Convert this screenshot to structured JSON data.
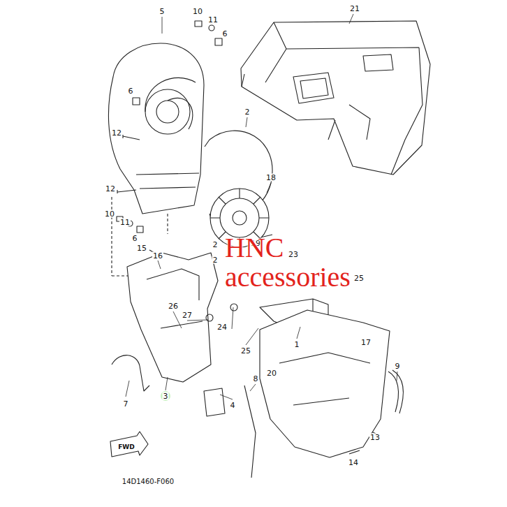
{
  "diagram": {
    "labels": [
      "21",
      "5",
      "10",
      "11",
      "6",
      "6",
      "2",
      "12",
      "18",
      "12",
      "10",
      "11",
      "6",
      "19",
      "HNC accessories",
      "15",
      "16",
      "2",
      "2",
      "23",
      "25",
      "26",
      "27",
      "24",
      "25",
      "1",
      "17",
      "20",
      "9",
      "8",
      "7",
      "3",
      "4",
      "13",
      "14",
      "FWD",
      "14D1460-F060"
    ]
  }
}
